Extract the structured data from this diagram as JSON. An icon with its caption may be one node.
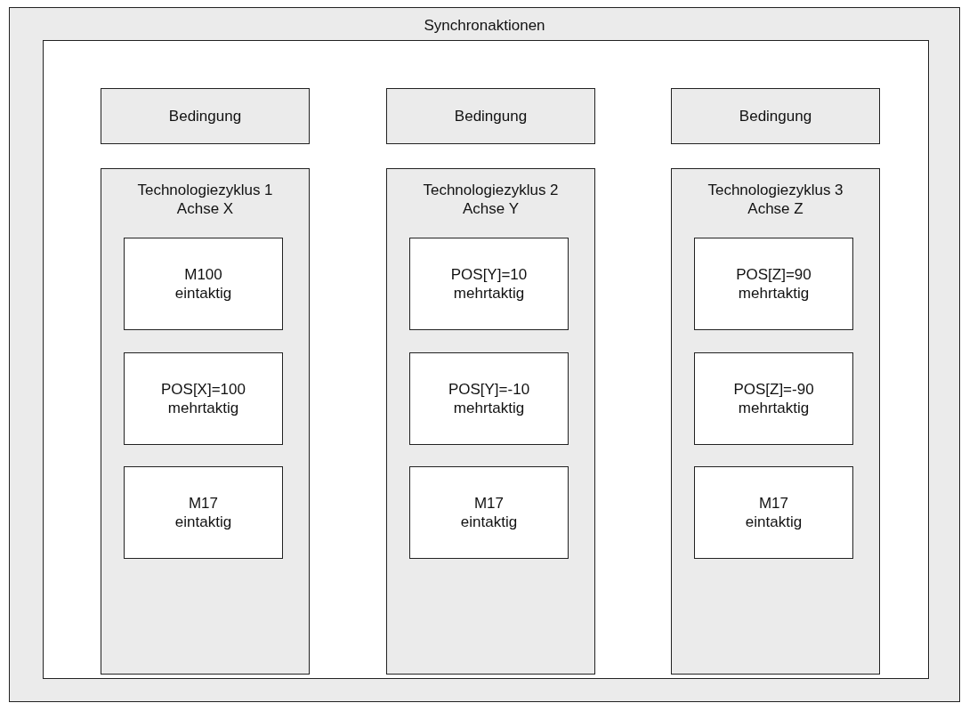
{
  "diagram": {
    "nodes": [
      {
        "text": [
          "Synchronaktionen"
        ]
      },
      {
        "text": [],
        "shape": "box",
        "in": 0
      },
      {
        "text": [
          "Bedingung"
        ],
        "in": 1
      },
      {
        "text": [
          "Bedingung"
        ],
        "in": 1
      },
      {
        "text": [
          "Bedingung"
        ],
        "in": 1
      },
      {
        "text": [
          "Technologiezyklus 1",
          "Achse X"
        ],
        "in": 1
      },
      {
        "text": [
          "M100",
          "eintaktig"
        ],
        "in": 5
      },
      {
        "text": [
          "POS[X]=100",
          "mehrtaktig"
        ],
        "in": 5
      },
      {
        "text": [
          "M17",
          "eintaktig"
        ],
        "in": 5
      },
      {
        "text": [
          "Technologiezyklus 2",
          "Achse Y"
        ],
        "in": 1
      },
      {
        "text": [
          "POS[Y]=10",
          "mehrtaktig"
        ],
        "in": 9
      },
      {
        "text": [
          "POS[Y]=-10",
          "mehrtaktig"
        ],
        "in": 9
      },
      {
        "text": [
          "M17",
          "eintaktig"
        ],
        "in": 9
      },
      {
        "text": [
          "Technologiezyklus 3",
          "Achse Z"
        ],
        "in": 1
      },
      {
        "text": [
          "POS[Z]=90",
          "mehrtaktig"
        ],
        "in": 13
      },
      {
        "text": [
          "POS[Z]=-90",
          "mehrtaktig"
        ],
        "in": 13
      },
      {
        "text": [
          "M17",
          "eintaktig"
        ],
        "in": 13
      }
    ]
  }
}
